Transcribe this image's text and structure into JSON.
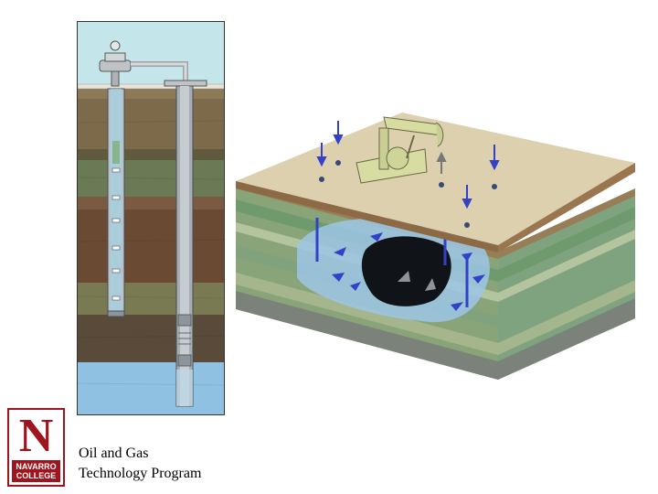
{
  "logo": {
    "letter": "N",
    "line1": "NAVARRO",
    "line2": "COLLEGE"
  },
  "caption": {
    "line1": "Oil and Gas",
    "line2": "Technology Program"
  },
  "colors": {
    "brand_red": "#a0141e",
    "sky": "#c4e6ea",
    "soil": "#7c6a4a",
    "water": "#8fc2e2",
    "oil": "#101418",
    "arrow": "#3340c8"
  },
  "icons": [
    "wellhead-icon",
    "pump-jack-icon",
    "injection-arrow-icon",
    "oil-reservoir-icon"
  ]
}
